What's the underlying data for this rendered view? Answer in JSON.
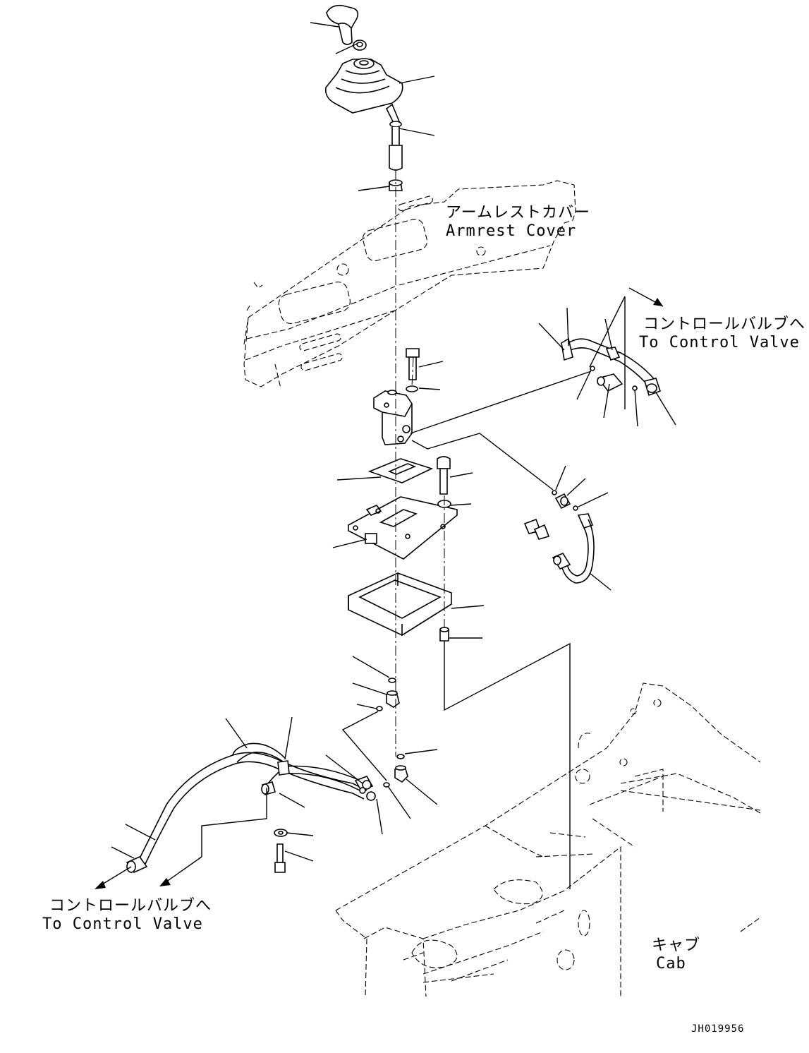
{
  "labels": {
    "armrest_cover_jp": "アームレストカバー",
    "armrest_cover_en": "Armrest Cover",
    "to_control_valve_right_jp": "コントロールバルブへ",
    "to_control_valve_right_en": "To Control Valve",
    "to_control_valve_left_jp": "コントロールバルブへ",
    "to_control_valve_left_en": "To Control Valve",
    "cab_jp": "キャブ",
    "cab_en": "Cab",
    "drawing_id": "JH019956"
  }
}
